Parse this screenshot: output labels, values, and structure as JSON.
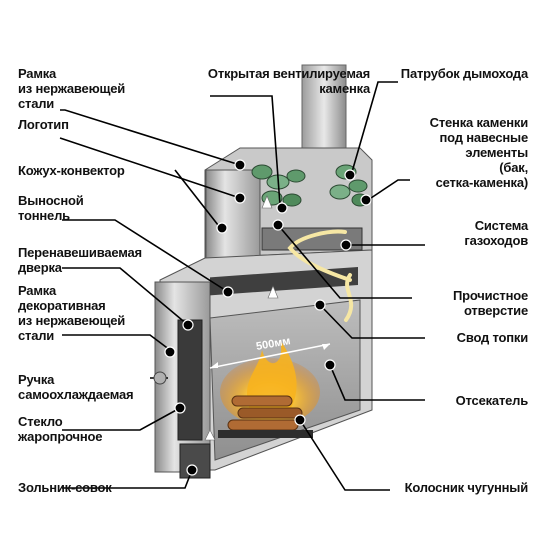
{
  "labels": {
    "frame_stainless": "Рамка\nиз нержавеющей\nстали",
    "logo": "Логотип",
    "casing": "Кожух-конвектор",
    "tunnel": "Выносной\nтоннель",
    "door": "Перенавешиваемая\nдверка",
    "decor_frame": "Рамка\nдекоративная\nиз нержавеющей\nстали",
    "handle": "Ручка\nсамоохлаждаемая",
    "glass": "Стекло\nжаропрочное",
    "ash_pan": "Зольник-совок",
    "open_heater": "Открытая вентилируемая\nкаменка",
    "flue_pipe": "Патрубок дымохода",
    "heater_wall": "Стенка каменки\nпод навесные\nэлементы\n(бак,\nсетка-каменка)",
    "gas_system": "Система\nгазоходов",
    "cleaning_hole": "Прочистное\nотверстие",
    "firebox_vault": "Свод топки",
    "cutoff": "Отсекатель",
    "grate": "Колосник чугунный"
  },
  "dimension": "500мм",
  "icons": [
    "arrow-icon"
  ],
  "colors": {
    "line": "#000000",
    "steel_light": "#d8d8d8",
    "steel_dark": "#6e6e6e",
    "stone": "#6fa07a",
    "flame": "#f2a31c",
    "wood": "#a7693a"
  }
}
